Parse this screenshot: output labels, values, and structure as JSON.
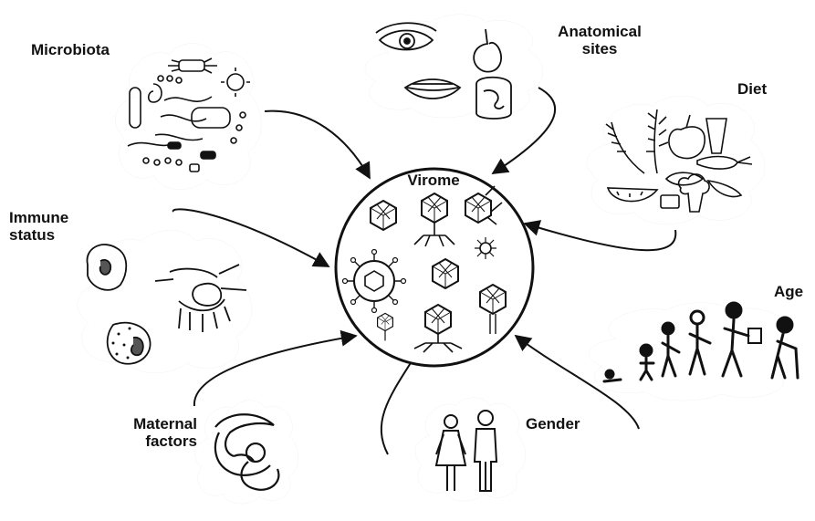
{
  "diagram": {
    "center": {
      "label": "Virome"
    },
    "factors": [
      {
        "id": "microbiota",
        "label": "Microbiota"
      },
      {
        "id": "anatomical",
        "label": "Anatomical\nsites"
      },
      {
        "id": "diet",
        "label": "Diet"
      },
      {
        "id": "immune",
        "label": "Immune\nstatus"
      },
      {
        "id": "age",
        "label": "Age"
      },
      {
        "id": "maternal",
        "label": "Maternal\nfactors"
      },
      {
        "id": "gender",
        "label": "Gender"
      }
    ],
    "colors": {
      "ink": "#111111",
      "background": "#ffffff"
    }
  }
}
